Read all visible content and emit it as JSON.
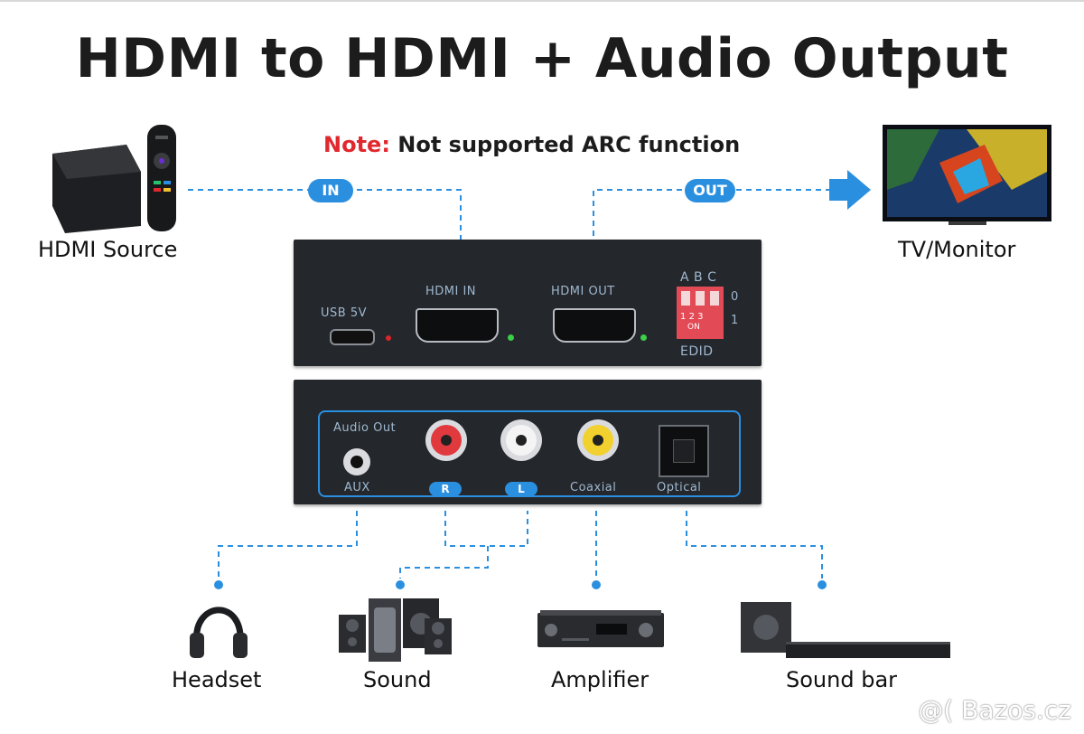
{
  "title": "HDMI to HDMI + Audio Output",
  "note": {
    "prefix": "Note:",
    "text": "Not supported ARC function"
  },
  "labels": {
    "in": "IN",
    "out": "OUT",
    "hdmi_source": "HDMI Source",
    "tv_monitor": "TV/Monitor"
  },
  "front_panel": {
    "usb": "USB 5V",
    "hdmi_in": "HDMI IN",
    "hdmi_out": "HDMI OUT",
    "dip_letters": [
      "A",
      "B",
      "C"
    ],
    "dip_numbers": [
      "1",
      "2",
      "3"
    ],
    "dip_on": "ON",
    "dip_side_0": "0",
    "dip_side_1": "1",
    "edid": "EDID"
  },
  "rear_panel": {
    "audio_out": "Audio Out",
    "aux": "AUX",
    "r": "R",
    "l": "L",
    "coaxial": "Coaxial",
    "optical": "Optical"
  },
  "outputs": {
    "headset": "Headset",
    "sound": "Sound",
    "amplifier": "Amplifier",
    "sound_bar": "Sound bar"
  },
  "watermark": "@( Bazos.cz",
  "colors": {
    "accent": "#2b8fe0",
    "note_red": "#e0282e",
    "device": "#24272c"
  }
}
